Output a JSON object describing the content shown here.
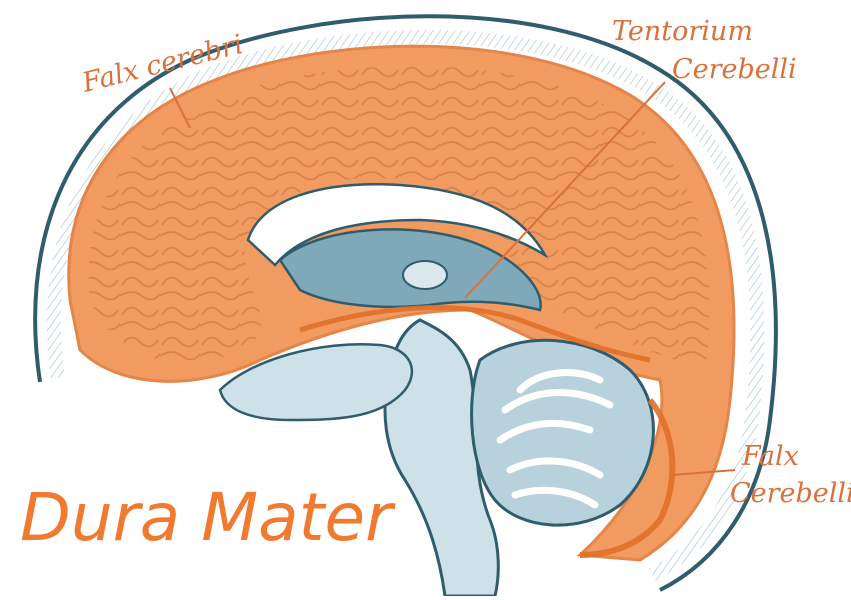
{
  "title": "Dura Mater",
  "labels": {
    "falx_cerebri": "Falx cerebri",
    "tentorium_line1": "Tentorium",
    "tentorium_line2": "Cerebelli",
    "falx_cerebelli_line1": "Falx",
    "falx_cerebelli_line2": "Cerebelli"
  },
  "colors": {
    "dura": "#ef8a45",
    "cortex": "#e9a877",
    "outline": "#2f5d6e",
    "brainstem": "#cfe1e8",
    "label": "#d9713a",
    "title": "#f07a30"
  }
}
